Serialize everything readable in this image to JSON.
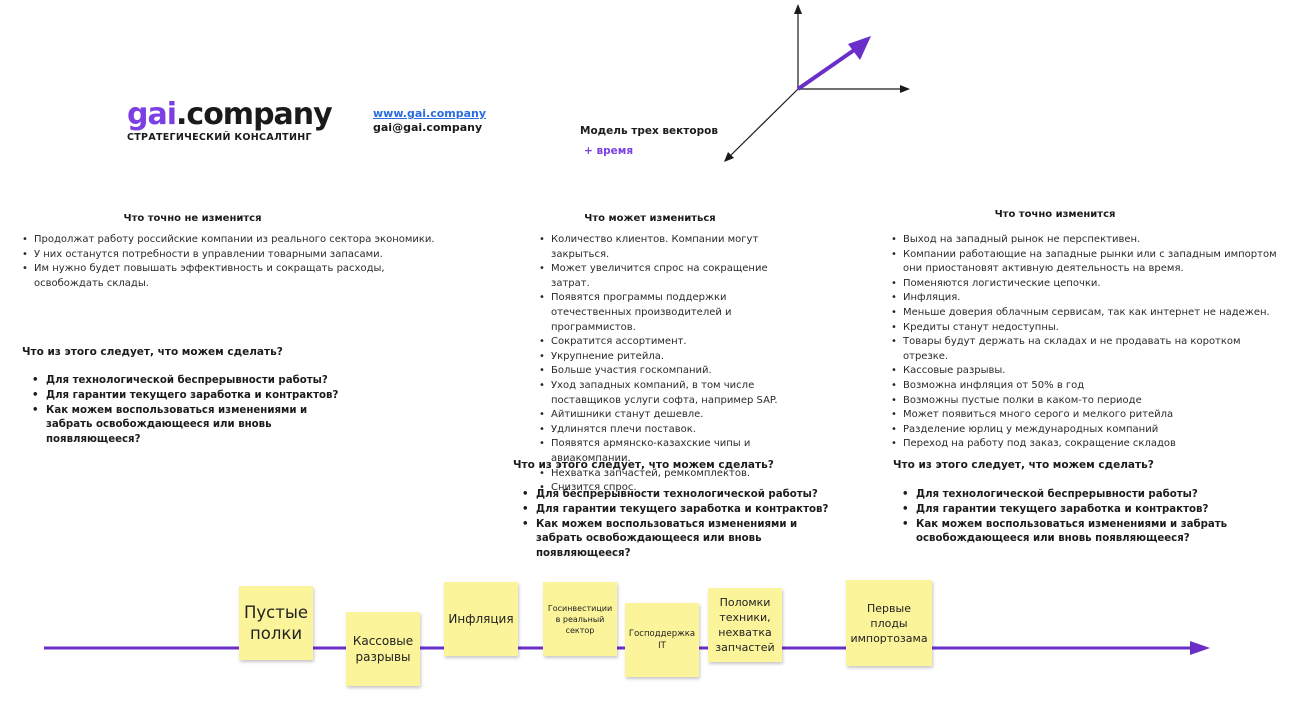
{
  "logo": {
    "brand": "gai",
    "rest": ".company",
    "subtitle": "СТРАТЕГИЧЕСКИЙ КОНСАЛТИНГ"
  },
  "contacts": {
    "website": "www.gai.company",
    "email": "gai@gai.company"
  },
  "model": {
    "title": "Модель трех векторов",
    "time": "+ время"
  },
  "columns": [
    {
      "title": "Что точно не изменится",
      "items": [
        "Продолжат работу российские компании из реального сектора экономики.",
        "У них останутся потребности в управлении товарными запасами.",
        "Им нужно будет повышать эффективность и сокращать расходы, освобождать склады."
      ]
    },
    {
      "title": "Что может измениться",
      "items": [
        "Количество клиентов. Компании могут закрыться.",
        "Может увеличится спрос на сокращение затрат.",
        "Появятся программы поддержки отечественных производителей и программистов.",
        "Сократится ассортимент.",
        "Укрупнение ритейла.",
        "Больше участия госкомпаний.",
        "Уход западных компаний, в том числе поставщиков услуги софта, например SAP.",
        "Айтишники станут дешевле.",
        "Удлинятся плечи поставок.",
        "Появятся армянско-казахские чипы и авиакомпании.",
        "Нехватка запчастей, ремкомплектов.",
        "Снизится спрос."
      ]
    },
    {
      "title": "Что точно изменится",
      "items": [
        "Выход на западный рынок не перспективен.",
        "Компании работающие на западные рынки или с западным импортом они приостановят активную деятельность на время.",
        "Поменяются логистические цепочки.",
        "Инфляция.",
        "Меньше доверия облачным сервисам, так как интернет не надежен.",
        "Кредиты станут недоступны.",
        "Товары будут держать на складах и не продавать на коротком отрезке.",
        "Кассовые разрывы.",
        "Возможна инфляция от 50% в год",
        "Возможны пустые полки в каком-то периоде",
        "Может появиться много серого и мелкого ритейла",
        "Разделение юрлиц у международных компаний",
        "Переход на работу под заказ, сокращение складов"
      ]
    }
  ],
  "actions": [
    {
      "title": "Что из этого следует, что можем сделать?",
      "items": [
        "Для технологической беспрерывности работы?",
        "Для гарантии текущего заработка и контрактов?",
        "Как можем воспользоваться изменениями и забрать освобождающееся или вновь появляющееся?"
      ]
    },
    {
      "title": "Что из этого следует, что можем сделать?",
      "items": [
        "Для беспрерывности технологической работы?",
        "Для гарантии текущего заработка и контрактов?",
        "Как можем воспользоваться изменениями и забрать освобождающееся или вновь появляющееся?"
      ]
    },
    {
      "title": "Что из этого следует, что можем сделать?",
      "items": [
        "Для технологической беспрерывности работы?",
        "Для гарантии текущего заработка и контрактов?",
        "Как можем воспользоваться изменениями и забрать освобождающееся или вновь появляющееся?"
      ]
    }
  ],
  "stickies": [
    "Пустые полки",
    "Кассовые разрывы",
    "Инфляция",
    "Госинвестиции в реальный сектор",
    "Господдержка IT",
    "Поломки техники, нехватка запчастей",
    "Первые плоды импортозама"
  ],
  "colors": {
    "accent": "#6a2fc9",
    "sticky": "#fbf49a",
    "link": "#2a6de0"
  }
}
